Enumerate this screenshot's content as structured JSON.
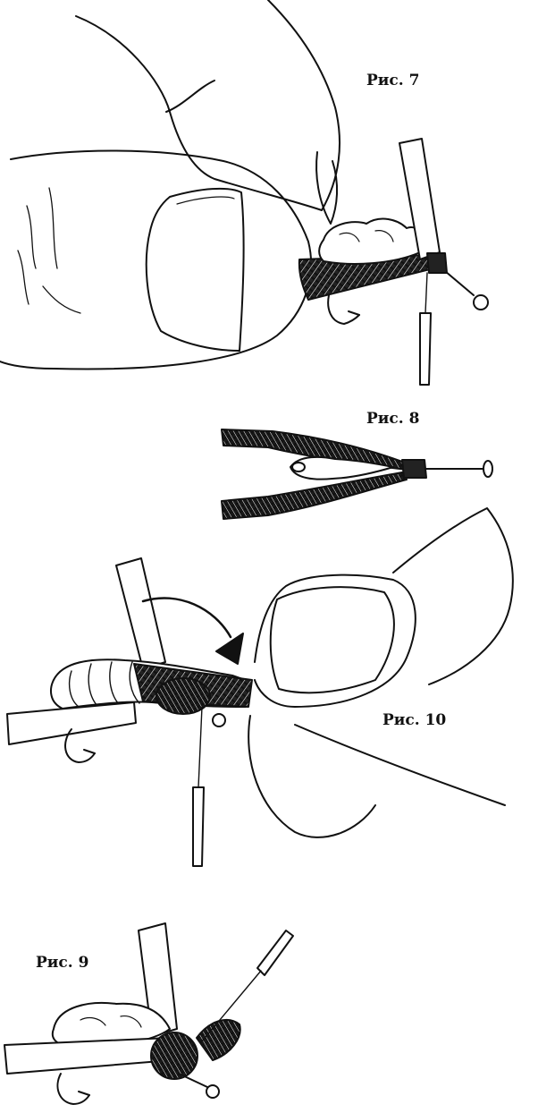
{
  "figures": {
    "fig7": {
      "label": "Рис. 7"
    },
    "fig8": {
      "label": "Рис. 8"
    },
    "fig9": {
      "label": "Рис. 9"
    },
    "fig10": {
      "label": "Рис. 10"
    }
  },
  "colors": {
    "ink": "#111111",
    "paper": "#ffffff"
  }
}
